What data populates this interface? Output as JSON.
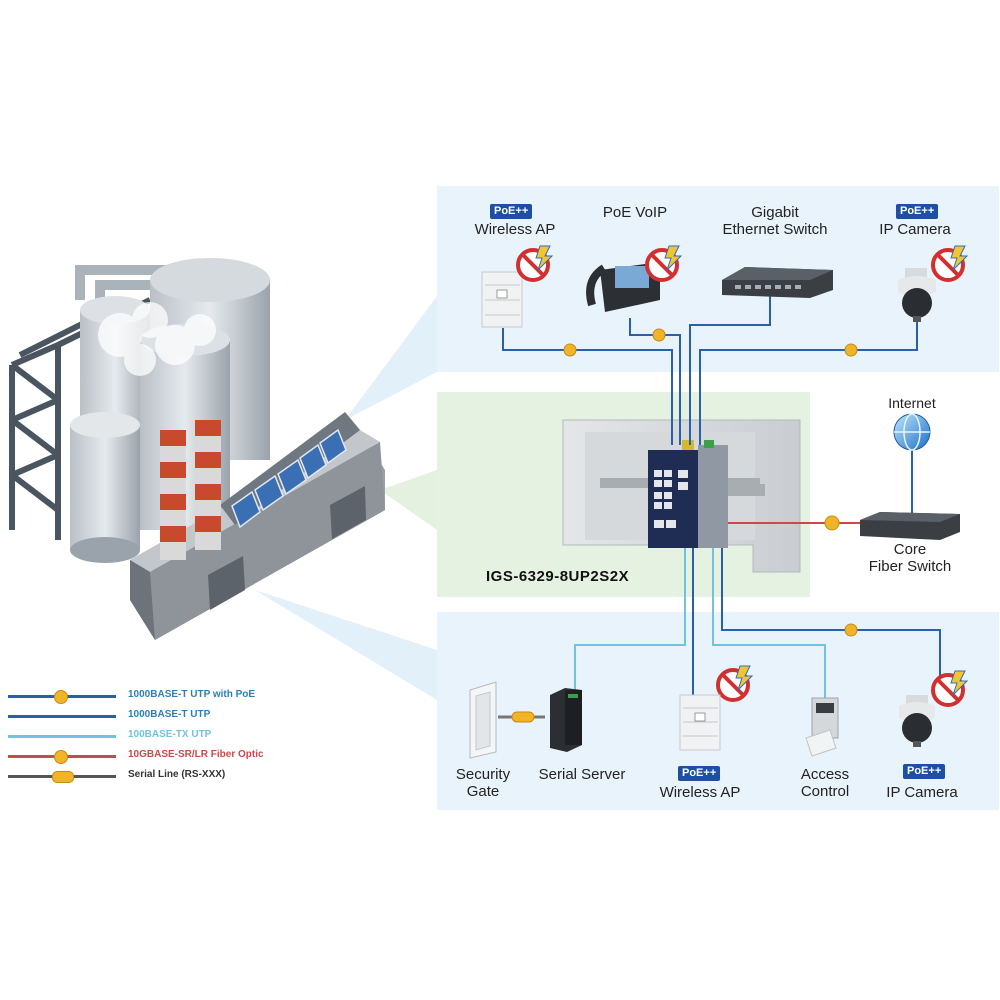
{
  "diagram": {
    "model": "IGS-6329-8UP2S2X",
    "top_devices": [
      {
        "id": "wireless-ap-top",
        "badge": "PoE++",
        "label_lines": [
          "Wireless AP"
        ]
      },
      {
        "id": "poe-voip",
        "badge": "",
        "label_lines": [
          "PoE VoIP"
        ]
      },
      {
        "id": "gigabit-switch",
        "badge": "",
        "label_lines": [
          "Gigabit",
          "Ethernet Switch"
        ]
      },
      {
        "id": "ip-camera-top",
        "badge": "PoE++",
        "label_lines": [
          "IP Camera"
        ]
      }
    ],
    "right_devices": [
      {
        "id": "internet",
        "label_lines": [
          "Internet"
        ]
      },
      {
        "id": "core-fiber-switch",
        "label_lines": [
          "Core",
          "Fiber Switch"
        ]
      }
    ],
    "bottom_devices": [
      {
        "id": "security-gate",
        "badge": "",
        "label_lines": [
          "Security",
          "Gate"
        ]
      },
      {
        "id": "serial-server",
        "badge": "",
        "label_lines": [
          "Serial Server"
        ]
      },
      {
        "id": "wireless-ap-bottom",
        "badge": "PoE++",
        "label_lines": [
          "Wireless AP"
        ]
      },
      {
        "id": "access-control",
        "badge": "",
        "label_lines": [
          "Access",
          "Control"
        ]
      },
      {
        "id": "ip-camera-bottom",
        "badge": "PoE++",
        "label_lines": [
          "IP Camera"
        ]
      }
    ],
    "legend": [
      {
        "text": "1000BASE-T UTP with PoE",
        "line_color": "#2b5fa8",
        "text_color": "#2b7fb8",
        "marker": "dot"
      },
      {
        "text": "1000BASE-T UTP",
        "line_color": "#2b5fa8",
        "text_color": "#2b7fb8",
        "marker": "none"
      },
      {
        "text": "100BASE-TX UTP",
        "line_color": "#6fc3df",
        "text_color": "#6fc3df",
        "marker": "none"
      },
      {
        "text": "10GBASE-SR/LR Fiber Optic",
        "line_color": "#c84a4a",
        "text_color": "#c84a4a",
        "marker": "dot"
      },
      {
        "text": "Serial Line (RS-XXX)",
        "line_color": "#555555",
        "text_color": "#333333",
        "marker": "pill"
      }
    ],
    "colors": {
      "panel": "#e9f3fb",
      "utp": "#2b5fa8",
      "fast": "#6fc3df",
      "fiber": "#c84a4a",
      "marker": "#f0b429",
      "poe_badge": "#1d4fa3"
    }
  }
}
